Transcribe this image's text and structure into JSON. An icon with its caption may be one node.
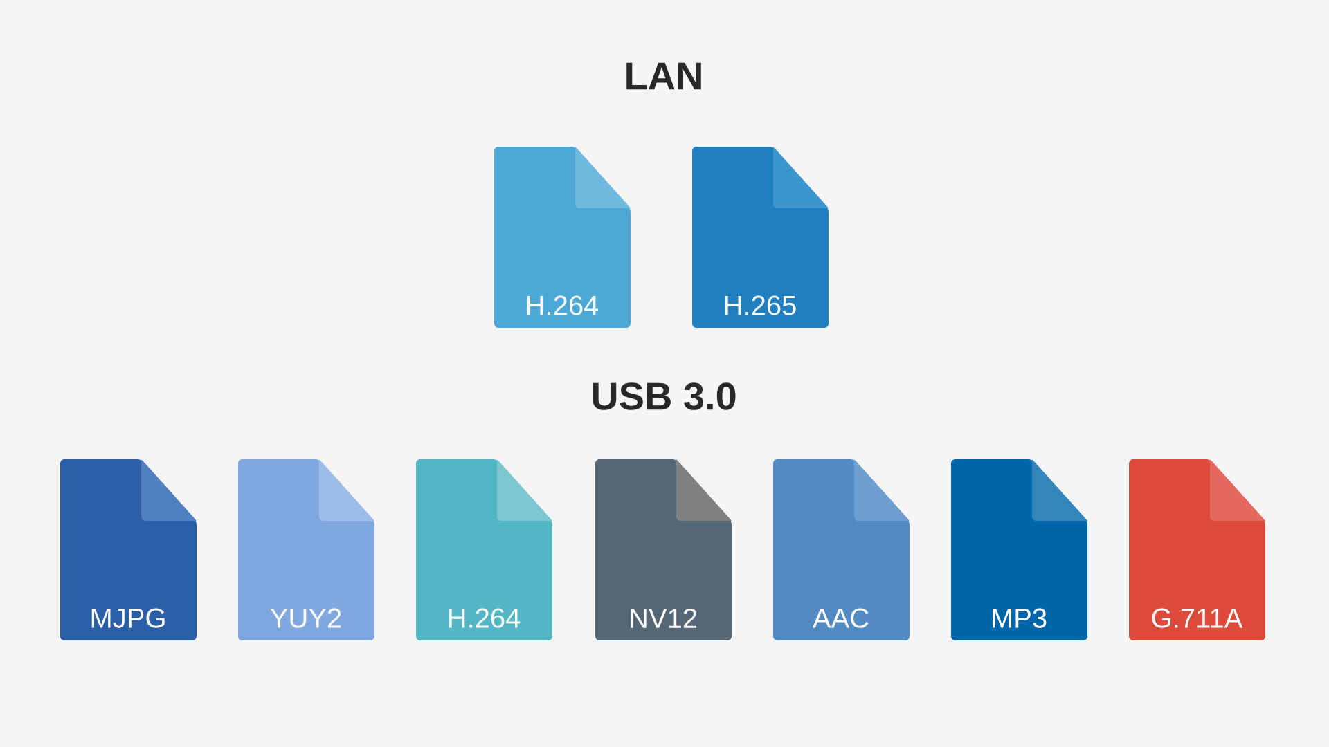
{
  "diagram": {
    "nodes": [
      {
        "text": [
          "H.264"
        ]
      },
      {
        "text": [
          "H.265"
        ]
      },
      {
        "text": [
          "MJPG"
        ]
      },
      {
        "text": [
          "YUY2"
        ]
      },
      {
        "text": [
          "H.264"
        ]
      },
      {
        "text": [
          "NV12"
        ]
      },
      {
        "text": [
          "AAC"
        ]
      },
      {
        "text": [
          "MP3"
        ]
      },
      {
        "text": [
          "G.711A"
        ]
      }
    ],
    "labels": [
      "LAN",
      "USB 3.0"
    ]
  }
}
